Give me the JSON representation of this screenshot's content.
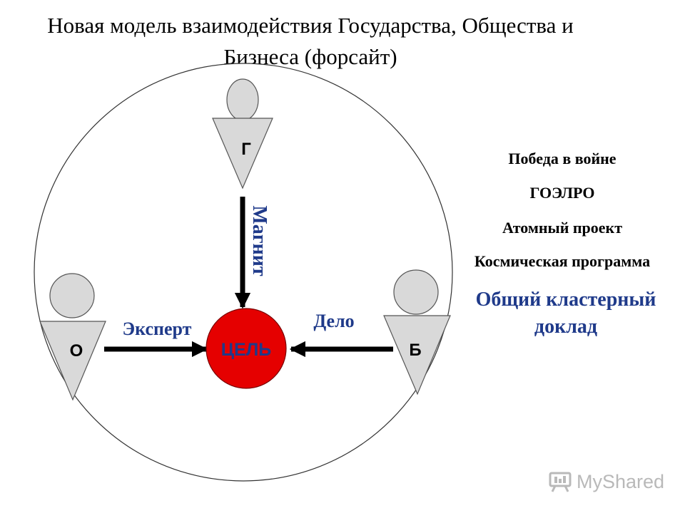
{
  "title": {
    "line1": "Новая модель взаимодействия Государства, Общества и",
    "line2": "Бизнеса (форсайт)"
  },
  "nodes": {
    "gov": {
      "letter": "Г"
    },
    "society": {
      "letter": "О"
    },
    "business": {
      "letter": "Б"
    },
    "goal": {
      "label": "ЦЕЛЬ",
      "color": "#e50000"
    }
  },
  "arrows": {
    "gov_label": "Магнит",
    "society_label": "Эксперт",
    "business_label": "Дело"
  },
  "examples": [
    "Победа в войне",
    "ГОЭЛРО",
    "Атомный проект",
    "Космическая программа"
  ],
  "cluster_report": {
    "line1": "Общий кластерный",
    "line2": "доклад",
    "color": "#1f3a8a"
  },
  "watermark": {
    "text": "MyShared",
    "icon": "presentation-screen-icon"
  }
}
